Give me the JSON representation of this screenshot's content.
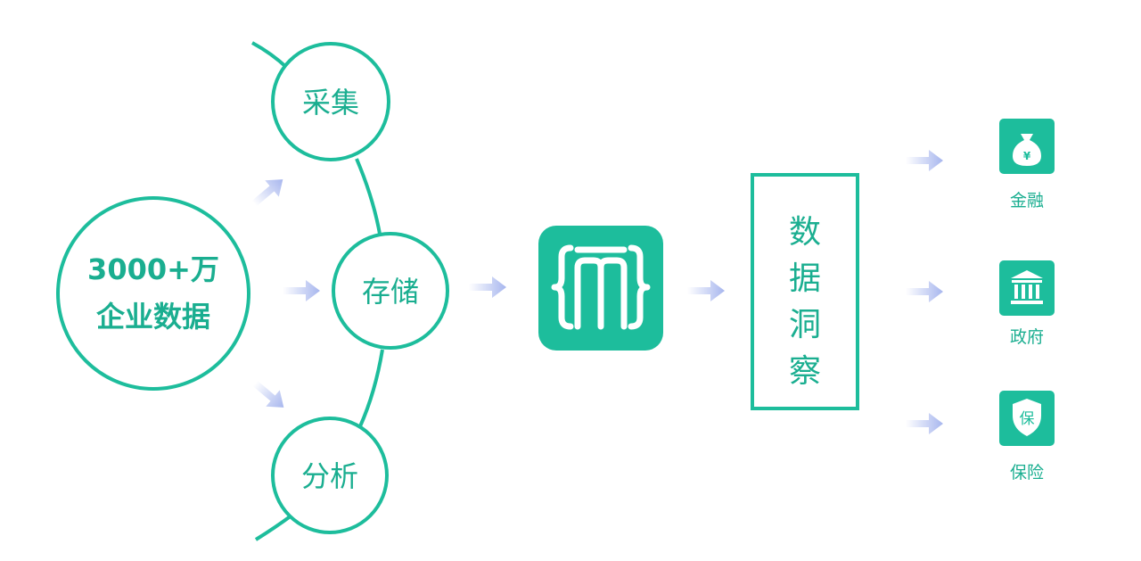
{
  "colors": {
    "teal": "#1DBD9C",
    "text_teal": "#1AAE90",
    "arrow_blue": "#A7B6EE"
  },
  "source": {
    "line1": "3000+万",
    "line2": "企业数据"
  },
  "stages": {
    "collect": "采集",
    "store": "存储",
    "analyze": "分析"
  },
  "logo": {
    "icon": "bracket-m-logo-icon"
  },
  "insight": {
    "chars": [
      "数",
      "据",
      "洞",
      "察"
    ]
  },
  "industries": [
    {
      "icon": "money-bag-icon",
      "label": "金融"
    },
    {
      "icon": "government-building-icon",
      "label": "政府"
    },
    {
      "icon": "shield-icon",
      "label": "保险",
      "icon_text": "保"
    }
  ]
}
